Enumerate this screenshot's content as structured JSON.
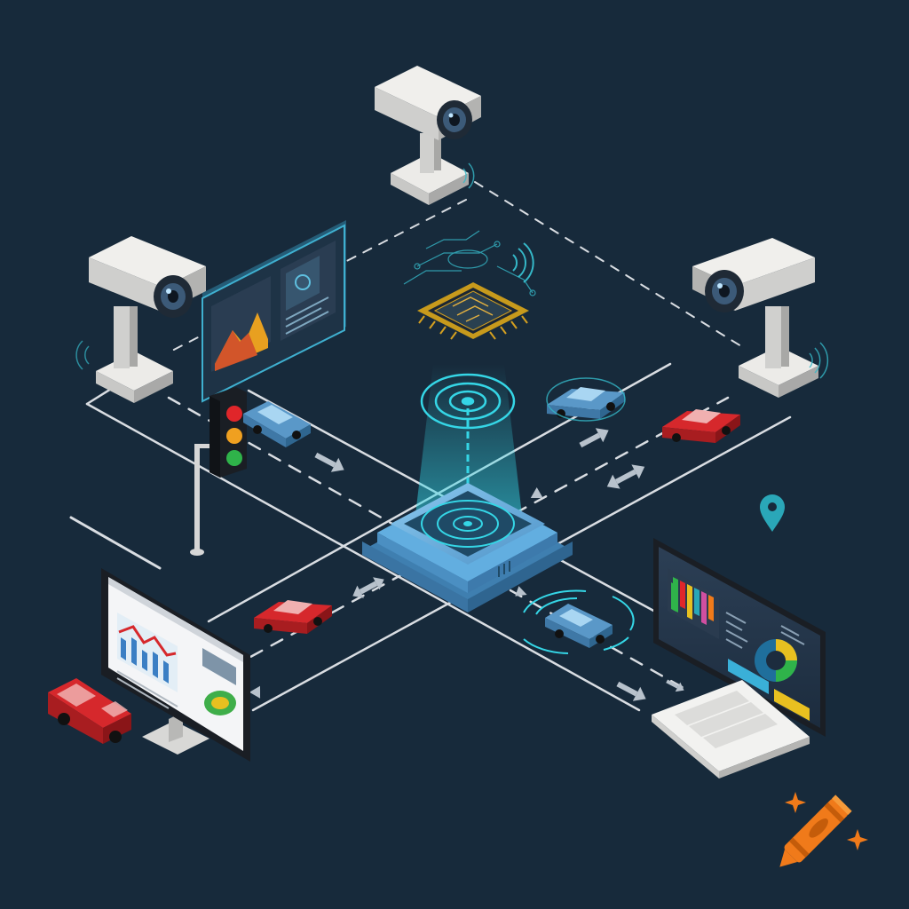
{
  "palette": {
    "background": "#172a3b",
    "road_line": "#d9dde2",
    "glow": "#35d6e6",
    "hub_blue": "#5aa6d8",
    "car_red": "#d6282c",
    "car_blue": "#5a98c8",
    "camera_body": "#e8e8e6",
    "signal_red": "#e0262a",
    "signal_amber": "#f0a020",
    "signal_green": "#2fb34a",
    "chip_gold": "#d4a020",
    "pin_teal": "#2aa7b8",
    "crayon_orange": "#f07a1a"
  },
  "scene": {
    "cameras": [
      {
        "name": "camera-top",
        "icon": "cctv-camera-icon"
      },
      {
        "name": "camera-left",
        "icon": "cctv-camera-icon"
      },
      {
        "name": "camera-right",
        "icon": "cctv-camera-icon"
      }
    ],
    "cars": [
      {
        "name": "car-blue-left",
        "color": "blue"
      },
      {
        "name": "car-blue-right",
        "color": "blue"
      },
      {
        "name": "car-red-right",
        "color": "red"
      },
      {
        "name": "car-red-center",
        "color": "red"
      },
      {
        "name": "car-blue-scanned",
        "color": "blue"
      },
      {
        "name": "van-red",
        "color": "red"
      }
    ],
    "devices": [
      {
        "name": "central-hub",
        "icon": "edge-server-icon"
      },
      {
        "name": "ai-chip",
        "icon": "processor-chip-icon"
      },
      {
        "name": "traffic-light",
        "icon": "traffic-light-icon"
      },
      {
        "name": "billboard-display",
        "icon": "dashboard-screen-icon"
      },
      {
        "name": "analytics-monitor-left",
        "icon": "analytics-monitor-icon"
      },
      {
        "name": "analytics-monitor-right",
        "icon": "analytics-monitor-icon"
      },
      {
        "name": "keyboard",
        "icon": "keyboard-icon"
      },
      {
        "name": "location-pin",
        "icon": "map-pin-icon"
      },
      {
        "name": "crayon-logo",
        "icon": "crayon-icon"
      }
    ]
  }
}
